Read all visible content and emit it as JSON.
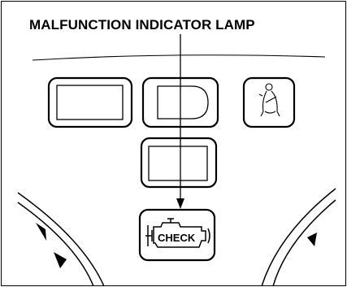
{
  "diagram": {
    "title": "MALFUNCTION INDICATOR LAMP",
    "lamp_text": "CHECK",
    "lamps": [
      {
        "name": "warning-lamp-left",
        "icon": "blank-lamp"
      },
      {
        "name": "warning-lamp-center",
        "icon": "d-shape-lamp"
      },
      {
        "name": "warning-lamp-right",
        "icon": "seatbelt-person-icon"
      },
      {
        "name": "warning-lamp-middle",
        "icon": "blank-lamp"
      },
      {
        "name": "check-engine-lamp",
        "icon": "engine-check-icon"
      }
    ],
    "colors": {
      "line": "#000000",
      "background": "#ffffff"
    }
  }
}
